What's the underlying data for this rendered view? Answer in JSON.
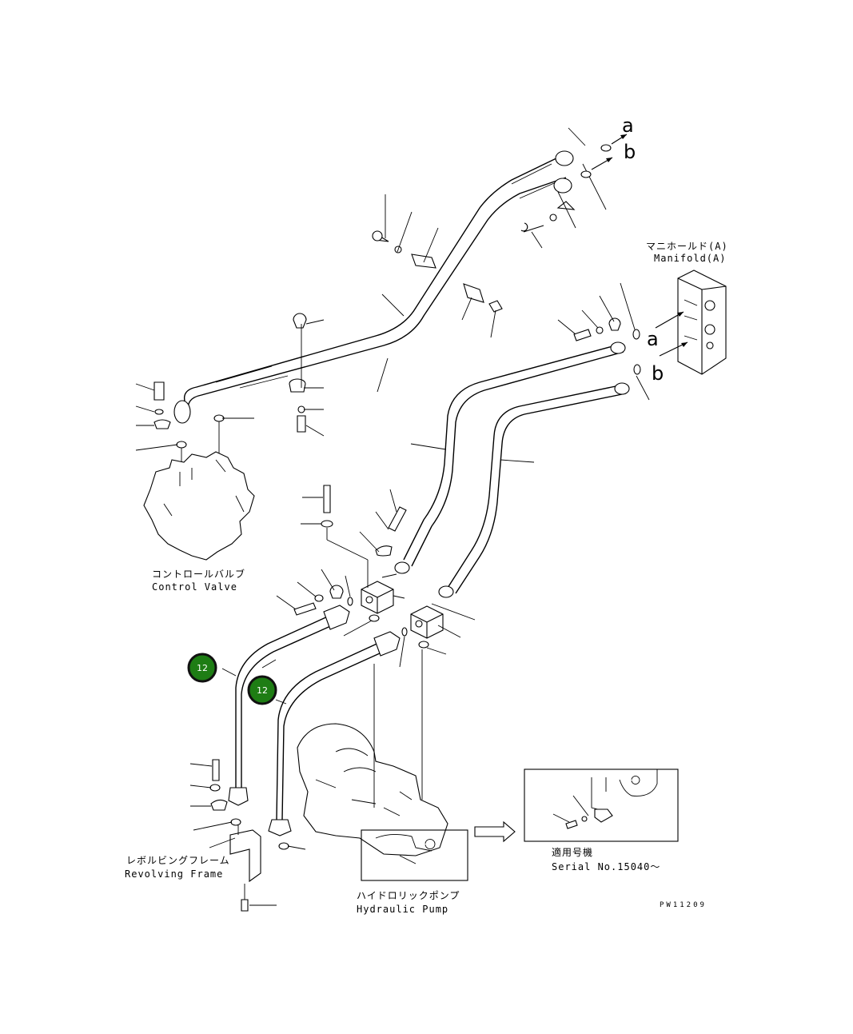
{
  "labels": {
    "manifold_jp": "マニホールド(A)",
    "manifold_en": "Manifold(A)",
    "control_valve_jp": "コントロールバルブ",
    "control_valve_en": "Control Valve",
    "revolving_frame_jp": "レボルビングフレーム",
    "revolving_frame_en": "Revolving Frame",
    "hydraulic_pump_jp": "ハイドロリックポンプ",
    "hydraulic_pump_en": "Hydraulic Pump",
    "serial_jp": "適用号機",
    "serial_en": "Serial No.15040～",
    "drawing_code": "PW11209"
  },
  "connection_markers": {
    "top_a": "a",
    "top_b": "b",
    "manifold_a": "a",
    "manifold_b": "b"
  },
  "callouts": [
    {
      "number": "12",
      "color": "#1e7d14"
    },
    {
      "number": "12",
      "color": "#1e7d14"
    }
  ]
}
